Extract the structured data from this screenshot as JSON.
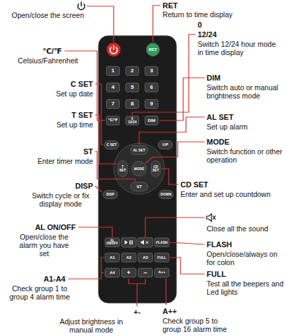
{
  "diagram": {
    "nodes": [
      {
        "text": [
          "RET"
        ]
      },
      {
        "text": [
          "1"
        ]
      },
      {
        "text": [
          "2"
        ]
      },
      {
        "text": [
          "3"
        ]
      },
      {
        "text": [
          "4"
        ]
      },
      {
        "text": [
          "5"
        ]
      },
      {
        "text": [
          "6"
        ]
      },
      {
        "text": [
          "7"
        ]
      },
      {
        "text": [
          "8"
        ]
      },
      {
        "text": [
          "9"
        ]
      },
      {
        "text": [
          "℃/℉"
        ]
      },
      {
        "text": [
          "0",
          "12/24"
        ]
      },
      {
        "text": [
          "DIM"
        ]
      },
      {
        "text": [
          "C SET"
        ]
      },
      {
        "text": [
          "AL SET"
        ]
      },
      {
        "text": [
          "UP"
        ]
      },
      {
        "text": [
          "T SET"
        ]
      },
      {
        "text": [
          "MODE"
        ]
      },
      {
        "text": [
          "CD SET"
        ]
      },
      {
        "text": [
          "ST"
        ]
      },
      {
        "text": [
          "DISP"
        ]
      },
      {
        "text": [
          "DOWN"
        ]
      },
      {
        "text": [
          "AL ON/OFF"
        ]
      },
      {
        "text": [
          "FLASH"
        ]
      },
      {
        "text": [
          "A1"
        ]
      },
      {
        "text": [
          "A2"
        ]
      },
      {
        "text": [
          "A3"
        ]
      },
      {
        "text": [
          "FULL"
        ]
      },
      {
        "text": [
          "A4"
        ]
      },
      {
        "text": [
          "+"
        ]
      },
      {
        "text": [
          "−"
        ]
      },
      {
        "text": [
          "A++"
        ]
      }
    ],
    "labels": [
      "Open/close the screen",
      "RET",
      "Return to time display",
      "0",
      "12/24",
      "Switch 12/24 hour mode in time display",
      "℃/℉",
      "Celsius/Fahrenheit",
      "DIM",
      "Switch auto or manual brightness mode",
      "C SET",
      "Set up date",
      "T SET",
      "Set up time",
      "AL SET",
      "Set up alarm",
      "MODE",
      "Switch function or other operation",
      "ST",
      "Enter timer mode",
      "CD SET",
      "Enter and set up countdown",
      "DISP",
      "Switch cycle or fix display mode",
      "Close all the sound",
      "AL ON/OFF",
      "Open/close the alarm you have set",
      "FLASH",
      "Open/close/always on for colon",
      "FULL",
      "Test all the beepers and Led lights",
      "A1-A4",
      "Check group 1 to group 4 alarm time",
      "+-",
      "Adjust brightness in manual mode",
      "A++",
      "Check group 5 to group 16 alarm time"
    ]
  }
}
